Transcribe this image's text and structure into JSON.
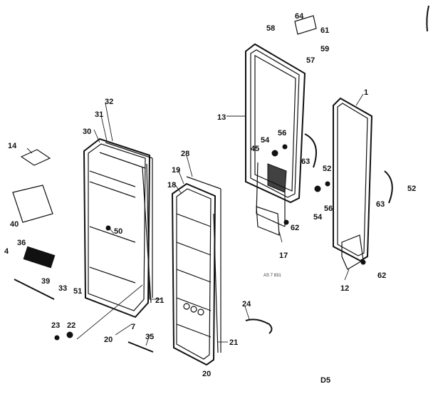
{
  "callouts": {
    "c1": "1",
    "c12": "12",
    "c13": "13",
    "c14": "14",
    "c17": "17",
    "c18": "18",
    "c19": "19",
    "c20a": "20",
    "c20b": "20",
    "c21a": "21",
    "c21b": "21",
    "c22": "22",
    "c23": "23",
    "c24": "24",
    "c28": "28",
    "c30": "30",
    "c31": "31",
    "c32": "32",
    "c33": "33",
    "c35": "35",
    "c36": "36",
    "c39": "39",
    "c40": "40",
    "c45": "45",
    "c50": "50",
    "c51": "51",
    "c52a": "52",
    "c52b": "52",
    "c54a": "54",
    "c54b": "54",
    "c56a": "56",
    "c56b": "56",
    "c57": "57",
    "c58": "58",
    "c59": "59",
    "c61": "61",
    "c62a": "62",
    "c62b": "62",
    "c63a": "63",
    "c63b": "63",
    "c64": "64",
    "c7": "7",
    "c4": "4"
  },
  "page_code": "D5",
  "drawing_number": "AS 7 831"
}
